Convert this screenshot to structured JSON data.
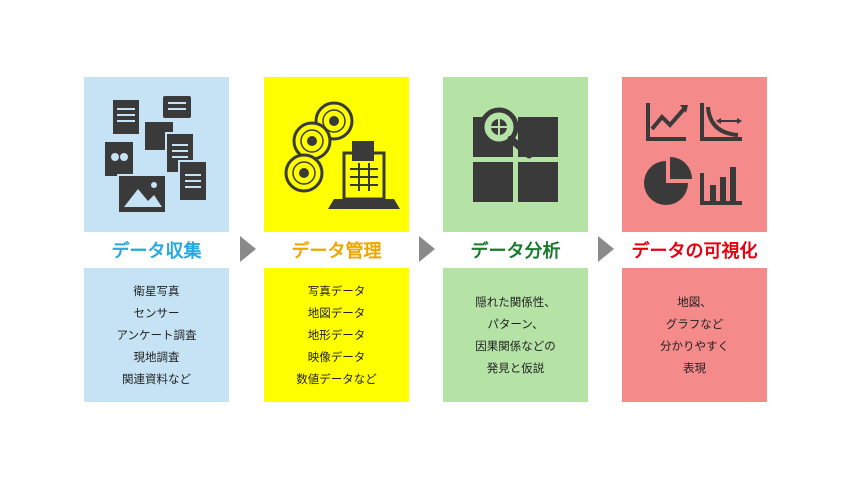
{
  "stages": [
    {
      "title": "データ収集",
      "title_color": "#29a8e0",
      "bg": "#c6e3f5",
      "icon": "documents-collection-icon",
      "lines": [
        "衛星写真",
        "センサー",
        "アンケート調査",
        "現地調査",
        "関連資料など"
      ]
    },
    {
      "title": "データ管理",
      "title_color": "#f0a500",
      "bg": "#ffff00",
      "icon": "discs-and-laptop-icon",
      "lines": [
        "写真データ",
        "地図データ",
        "地形データ",
        "映像データ",
        "数値データなど"
      ]
    },
    {
      "title": "データ分析",
      "title_color": "#1a7a2e",
      "bg": "#b5e3a5",
      "icon": "magnifier-grid-icon",
      "lines": [
        "隠れた関係性、",
        "パターン、",
        "因果関係などの",
        "発見と仮説"
      ]
    },
    {
      "title": "データの可視化",
      "title_color": "#e60012",
      "bg": "#f58a8a",
      "icon": "charts-icon",
      "lines": [
        "地図、",
        "グラフなど",
        "分かりやすく",
        "表現"
      ]
    }
  ],
  "colors": {
    "icon": "#3a3a3a",
    "arrow": "#8a8a8a"
  }
}
